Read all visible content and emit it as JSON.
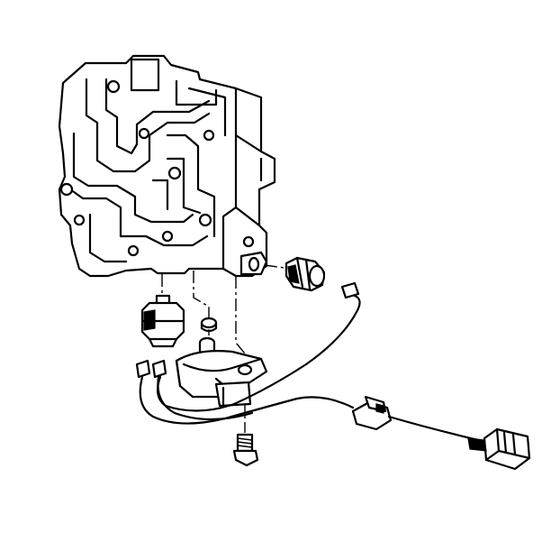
{
  "diagram": {
    "background": "#ffffff",
    "ink_color": "#000000",
    "parts": [
      "valve-body",
      "pressure-switch",
      "shift-solenoid",
      "pwm-solenoid",
      "bolt",
      "wiring-harness",
      "harness-connector"
    ]
  }
}
